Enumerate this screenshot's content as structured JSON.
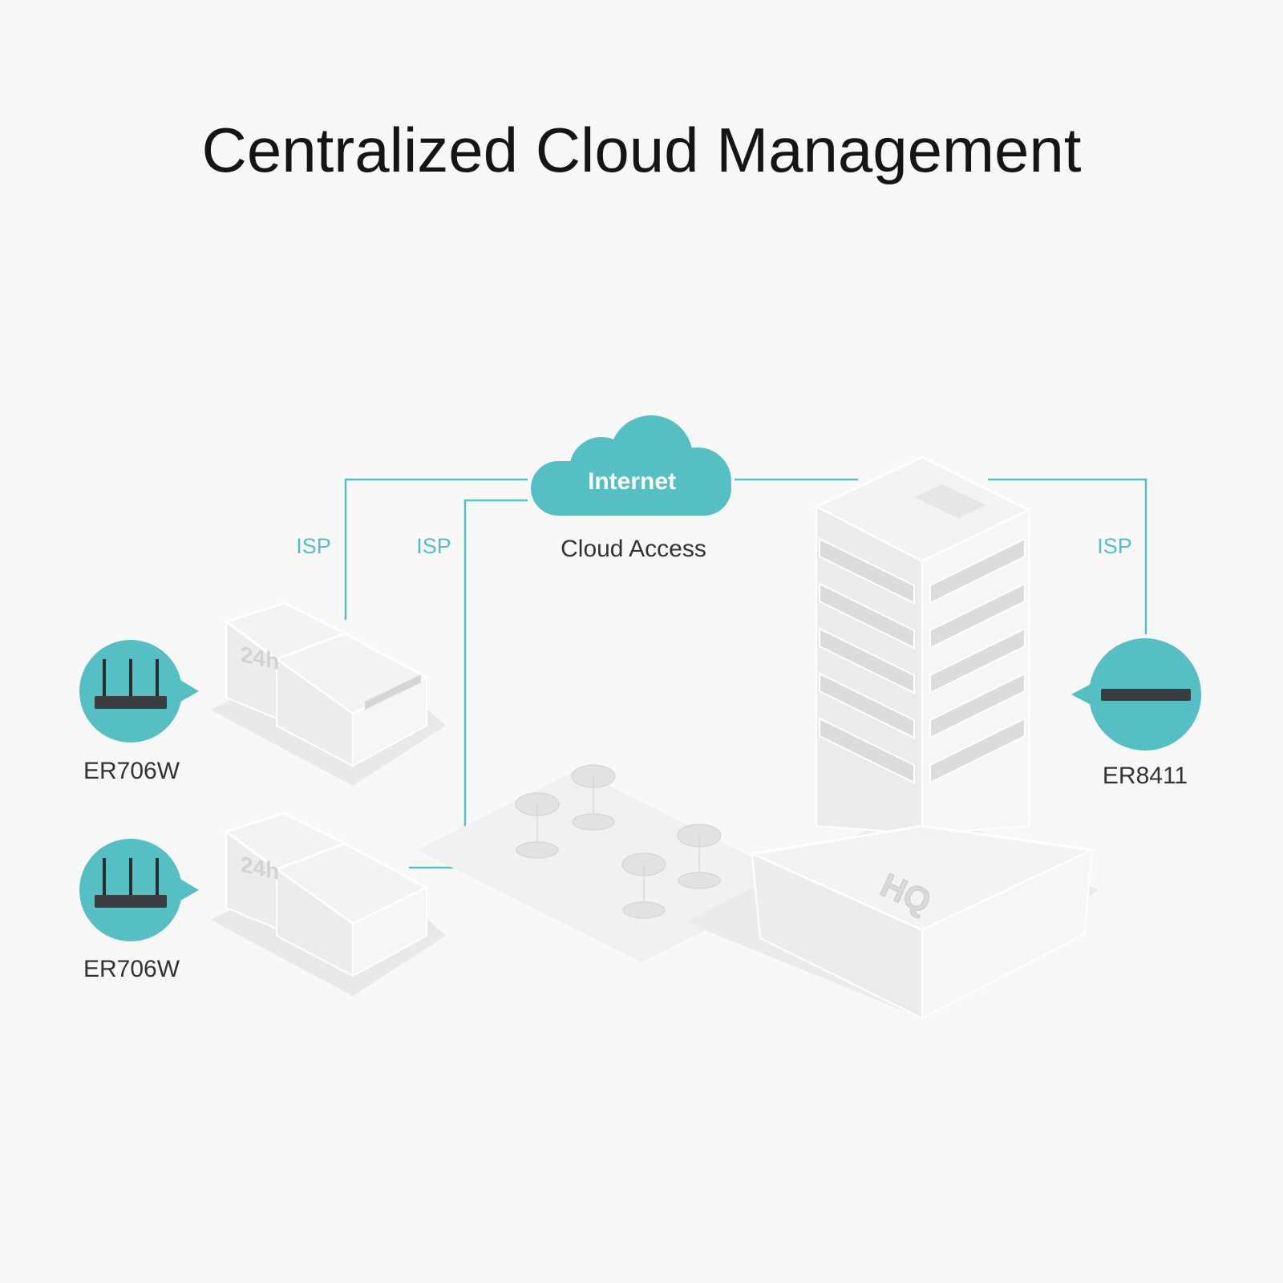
{
  "title": "Centralized Cloud Management",
  "cloud": {
    "label": "Internet",
    "caption": "Cloud Access"
  },
  "links": [
    {
      "label": "ISP"
    },
    {
      "label": "ISP"
    },
    {
      "label": "ISP"
    }
  ],
  "devices": [
    {
      "name": "ER706W",
      "icon": "router-icon"
    },
    {
      "name": "ER706W",
      "icon": "router-icon"
    },
    {
      "name": "ER8411",
      "icon": "switch-router-icon"
    }
  ],
  "buildings": {
    "store_sign": "24h",
    "hq_sign": "HQ"
  },
  "colors": {
    "accent": "#55bfc4",
    "background": "#f8f8f8",
    "text": "#151515"
  }
}
